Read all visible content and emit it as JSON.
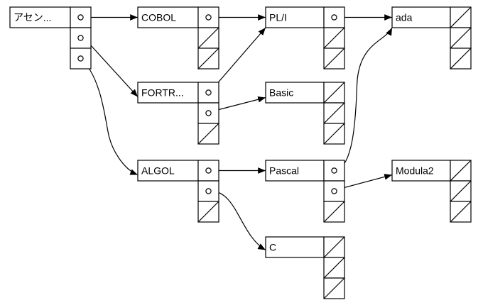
{
  "colors": {
    "stroke": "#000000",
    "fill": "#ffffff"
  },
  "nodes": [
    {
      "id": "assembly",
      "label": "アセン..."
    },
    {
      "id": "cobol",
      "label": "COBOL"
    },
    {
      "id": "pli",
      "label": "PL/I"
    },
    {
      "id": "ada",
      "label": "ada"
    },
    {
      "id": "fortran",
      "label": "FORTR..."
    },
    {
      "id": "basic",
      "label": "Basic"
    },
    {
      "id": "algol",
      "label": "ALGOL"
    },
    {
      "id": "pascal",
      "label": "Pascal"
    },
    {
      "id": "modula2",
      "label": "Modula2"
    },
    {
      "id": "c",
      "label": "C"
    }
  ],
  "edges": [
    {
      "from": "assembly",
      "slot": 0,
      "to": "cobol"
    },
    {
      "from": "assembly",
      "slot": 1,
      "to": "fortran"
    },
    {
      "from": "assembly",
      "slot": 2,
      "to": "algol"
    },
    {
      "from": "cobol",
      "slot": 0,
      "to": "pli"
    },
    {
      "from": "pli",
      "slot": 0,
      "to": "ada"
    },
    {
      "from": "fortran",
      "slot": 0,
      "to": "pli"
    },
    {
      "from": "fortran",
      "slot": 1,
      "to": "basic"
    },
    {
      "from": "algol",
      "slot": 0,
      "to": "pascal"
    },
    {
      "from": "algol",
      "slot": 1,
      "to": "c"
    },
    {
      "from": "pascal",
      "slot": 0,
      "to": "ada"
    },
    {
      "from": "pascal",
      "slot": 1,
      "to": "modula2"
    }
  ]
}
